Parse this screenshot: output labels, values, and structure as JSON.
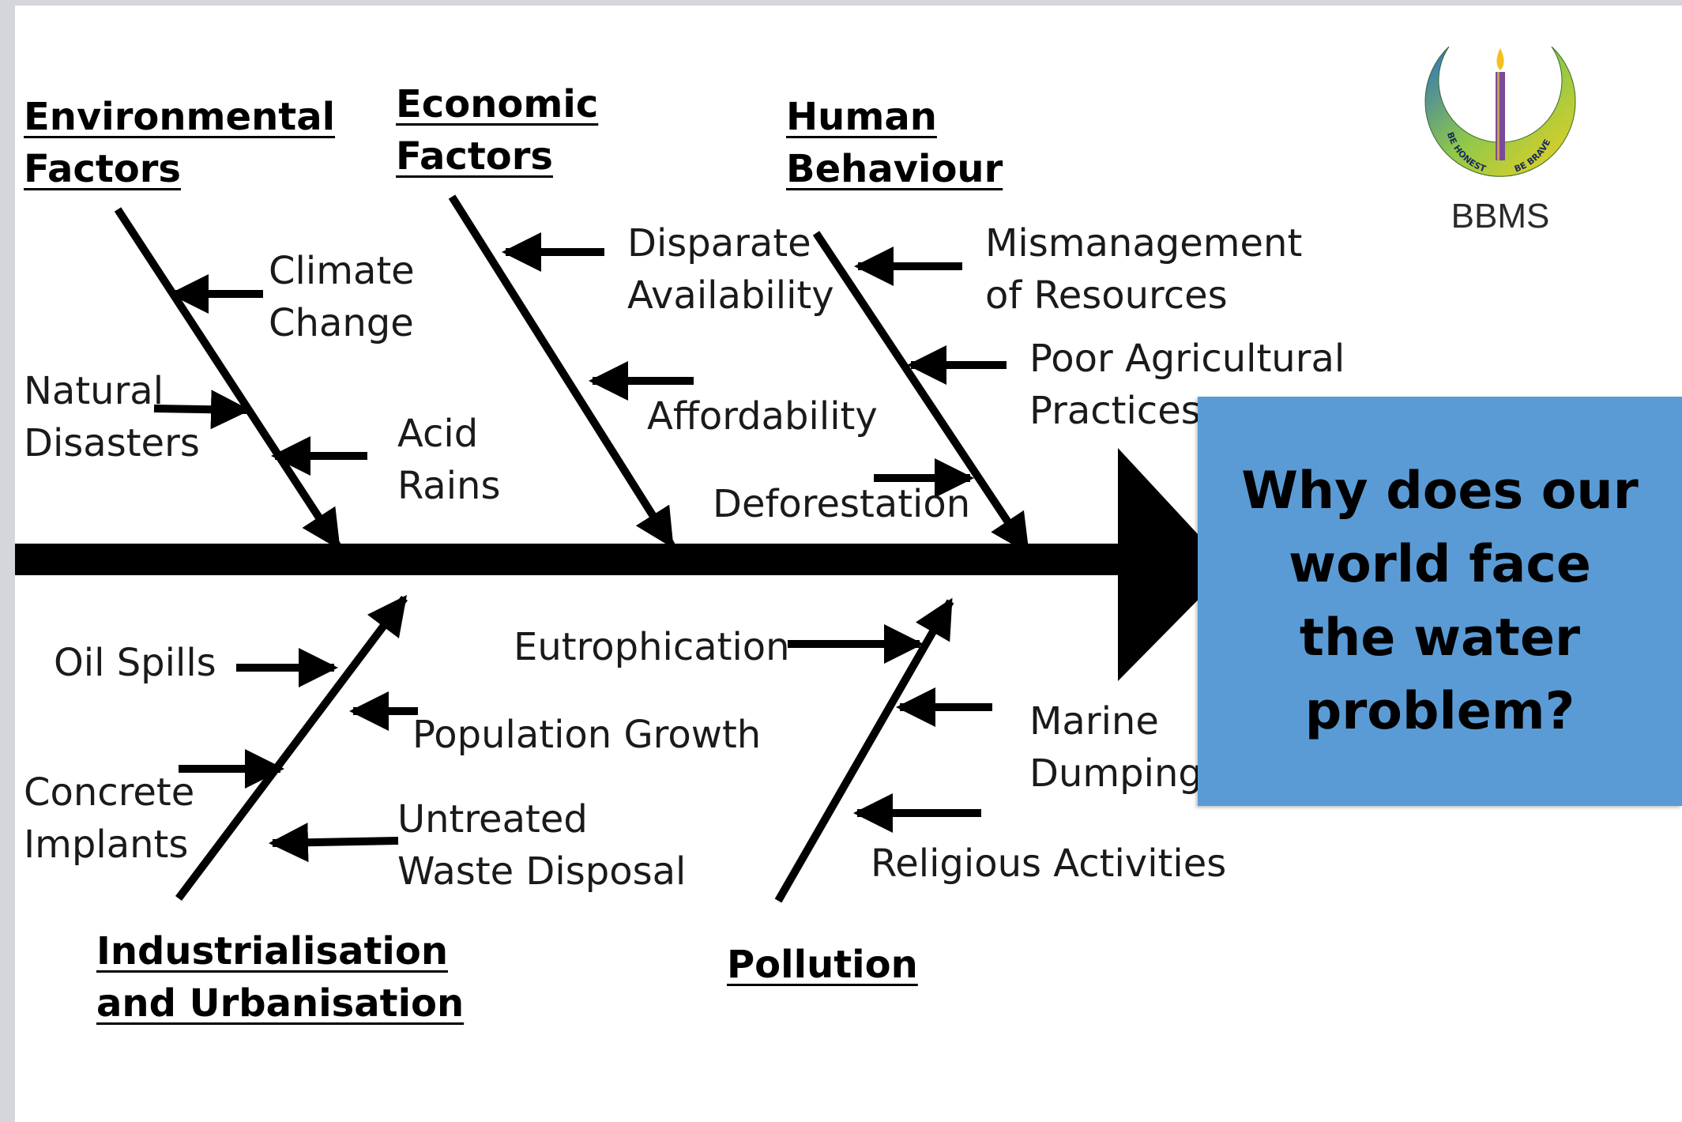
{
  "problem": "Why does our world face the water problem?",
  "logo": {
    "name": "BBMS",
    "ring_text_left": "BE HONEST",
    "ring_text_right": "BE BRAVE"
  },
  "categories": {
    "environmental": {
      "line1": "Environmental",
      "line2": "Factors"
    },
    "economic": {
      "line1": "Economic",
      "line2": "Factors"
    },
    "human": {
      "line1": "Human",
      "line2": "Behaviour"
    },
    "industrial": {
      "line1": "Industrialisation",
      "line2": "and Urbanisation"
    },
    "pollution": {
      "line1": "Pollution"
    }
  },
  "causes": {
    "climate_change": {
      "line1": "Climate",
      "line2": "Change"
    },
    "natural_disasters": {
      "line1": "Natural",
      "line2": "Disasters"
    },
    "acid_rains": {
      "line1": "Acid",
      "line2": "Rains"
    },
    "disparate_availability": {
      "line1": "Disparate",
      "line2": "Availability"
    },
    "affordability": {
      "line1": "Affordability"
    },
    "deforestation": {
      "line1": "Deforestation"
    },
    "mismanagement": {
      "line1": "Mismanagement",
      "line2": "of Resources"
    },
    "poor_agri": {
      "line1": "Poor Agricultural",
      "line2": "Practices"
    },
    "oil_spills": {
      "line1": "Oil Spills"
    },
    "population_growth": {
      "line1": "Population Growth"
    },
    "concrete_implants": {
      "line1": "Concrete",
      "line2": "Implants"
    },
    "untreated_waste": {
      "line1": "Untreated",
      "line2": "Waste Disposal"
    },
    "eutrophication": {
      "line1": "Eutrophication"
    },
    "marine_dumping": {
      "line1": "Marine",
      "line2": "Dumping"
    },
    "religious": {
      "line1": "Religious Activities"
    }
  },
  "colors": {
    "box": "#5b9bd5",
    "lines": "#000000",
    "background": "#ffffff",
    "frame": "#d4d6d9"
  }
}
